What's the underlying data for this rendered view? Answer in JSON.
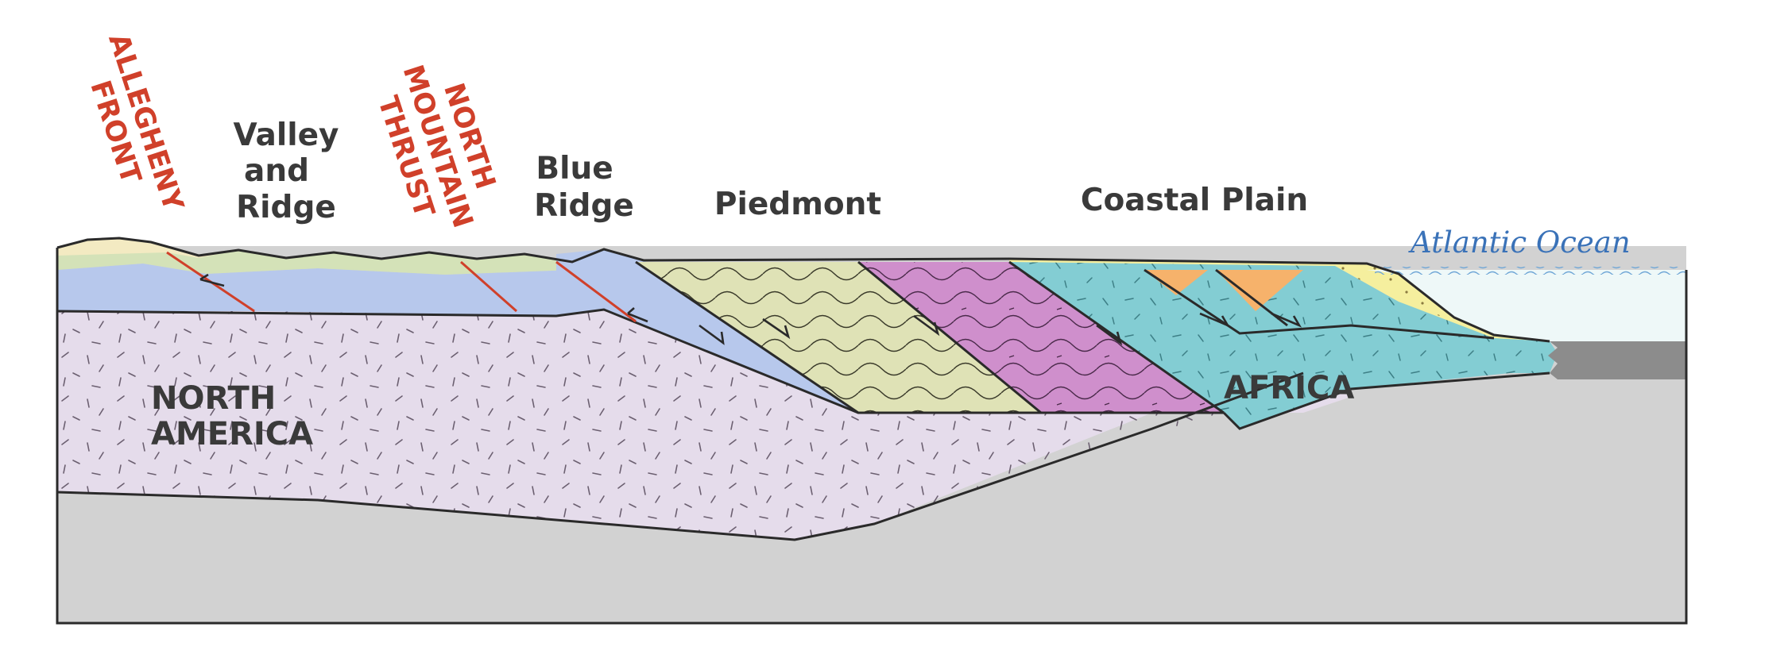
{
  "regions": {
    "valley_ridge": [
      "Valley",
      "and",
      "Ridge"
    ],
    "blue_ridge": [
      "Blue",
      "Ridge"
    ],
    "piedmont": "Piedmont",
    "coastal_plain": "Coastal Plain"
  },
  "faults": {
    "allegheny_front": [
      "ALLEGHENY",
      "FRONT"
    ],
    "north_mountain_thrust": [
      "NORTH",
      "MOUNTAIN",
      "THRUST"
    ]
  },
  "plates": {
    "north_america": [
      "NORTH",
      "AMERICA"
    ],
    "africa": "AFRICA"
  },
  "ocean": "Atlantic Ocean",
  "colors": {
    "fault": "#d0402a",
    "ocean_text": "#3a72b8",
    "outline": "#2a2a2a",
    "mantle": "#d2d2d2",
    "north_america_crust": "#e5dceb",
    "blue_layer": "#b7c8ec",
    "green_layer": "#d4e2b8",
    "cream_layer": "#f3eac2",
    "piedmont_olive": "#dfe2b6",
    "piedmont_magenta": "#cf8fcc",
    "africa_teal": "#83cdd3",
    "orange_wedge": "#f6b26b",
    "coastal_yellow": "#f5ef9e",
    "ocean_water": "#eef8f8",
    "ocean_floor": "#8c8c8c"
  }
}
